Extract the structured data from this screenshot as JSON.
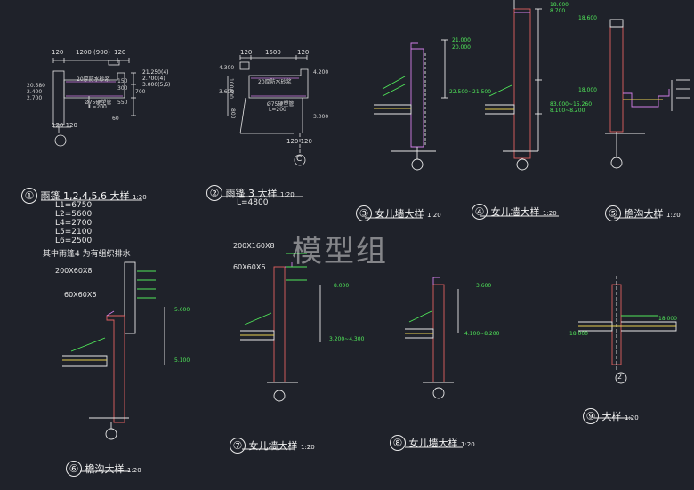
{
  "watermark": "模型组",
  "details": [
    {
      "num": "①",
      "title": "雨篷  1,2,4,5,6   大样",
      "scale": "1:20"
    },
    {
      "num": "②",
      "title": "雨篷  3  大样",
      "scale": "1:20"
    },
    {
      "num": "③",
      "title": "女儿墙大样",
      "scale": "1:20"
    },
    {
      "num": "④",
      "title": "女儿墙大样",
      "scale": "1:20"
    },
    {
      "num": "⑤",
      "title": "檐沟大样",
      "scale": "1:20"
    },
    {
      "num": "⑥",
      "title": "檐沟大样",
      "scale": "1:20"
    },
    {
      "num": "⑦",
      "title": "女儿墙大样",
      "scale": "1:20"
    },
    {
      "num": "⑧",
      "title": "女儿墙大样",
      "scale": "1:20"
    },
    {
      "num": "⑨",
      "title": "大样",
      "scale": "1:20"
    }
  ],
  "canopy_lengths": [
    "L1=6750",
    "L2=5600",
    "L4=2700",
    "L5=2100",
    "L6=2500"
  ],
  "canopy_note": "其中雨篷4 为有组织排水",
  "canopy3_length": "L=4800",
  "detail1": {
    "dims": [
      "120",
      "1200 (900)",
      "120",
      "120 120"
    ],
    "elev": [
      "21.250(4)",
      "2.700(4)",
      "3.000(5,6)",
      "20.580",
      "2.400",
      "2.700"
    ],
    "notes": [
      "20厚防水砂浆",
      "Ø75硬塑管",
      "L=200"
    ],
    "marks": [
      "150",
      "300",
      "700",
      "550",
      "60"
    ]
  },
  "detail2": {
    "dims": [
      "120",
      "1500",
      "120",
      "120 120"
    ],
    "elev": [
      "4.300",
      "4.200",
      "3.600",
      "3.000"
    ],
    "notes": [
      "20厚防水砂浆",
      "Ø75硬塑管",
      "L=200"
    ],
    "marks": [
      "100400",
      "800"
    ],
    "axis": "C"
  },
  "detail6_notes": [
    "200X60X8",
    "60X60X6"
  ],
  "detail7_notes": [
    "200X160X8",
    "60X60X6"
  ],
  "detail9_axis": "2",
  "elevations": {
    "d4": [
      "18.600",
      "8.700",
      "83.000~15.260",
      "8.100~8.200"
    ],
    "d5": [
      "18.600",
      "18.000"
    ],
    "d3": [
      "21.000",
      "20.000",
      "22.500~21.500"
    ],
    "d7": [
      "8.000",
      "3.200~4.300"
    ],
    "d8": [
      "3.600",
      "4.100~8.200"
    ],
    "d6": [
      "5.600",
      "5.100"
    ],
    "d9": [
      "18.000",
      "18.000"
    ]
  }
}
